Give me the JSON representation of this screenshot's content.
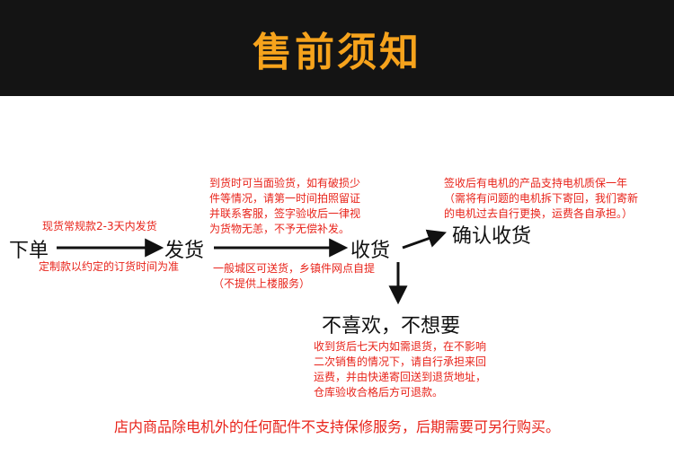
{
  "header": {
    "title": "售前须知"
  },
  "flow": {
    "order_label": "下单",
    "ship_label": "发货",
    "receive_label": "收货",
    "confirm_label": "确认收货",
    "dislike_label": "不喜欢，不想要"
  },
  "notes": {
    "stock": "现货常规款2-3天内发货",
    "custom": "定制款以约定的订货时间为准",
    "inspect": [
      "到货时可当面验货，如有破损少",
      "件等情况，请第一时间拍照留证",
      "并联系客服，签字验收后一律视",
      "为货物无恙，不予无偿补发。"
    ],
    "delivery": [
      "一般城区可送货，乡镇件网点自提",
      "（不提供上楼服务）"
    ],
    "warranty": [
      "签收后有电机的产品支持电机质保一年",
      "（需将有问题的电机拆下寄回，我们寄新",
      "的电机过去自行更换，运费各自承担。）"
    ],
    "returns": [
      "收到货后七天内如需退货，在不影响",
      "二次销售的情况下，请自行承担来回",
      "运费，并由快递寄回送到退货地址，",
      "仓库验收合格后方可退款。"
    ]
  },
  "footer": {
    "note": "店内商品除电机外的任何配件不支持保修服务，后期需要可另行购买。"
  },
  "colors": {
    "banner_bg": "#141414",
    "title": "#f6a31c",
    "note_red": "#e8231a",
    "text": "#111111"
  }
}
